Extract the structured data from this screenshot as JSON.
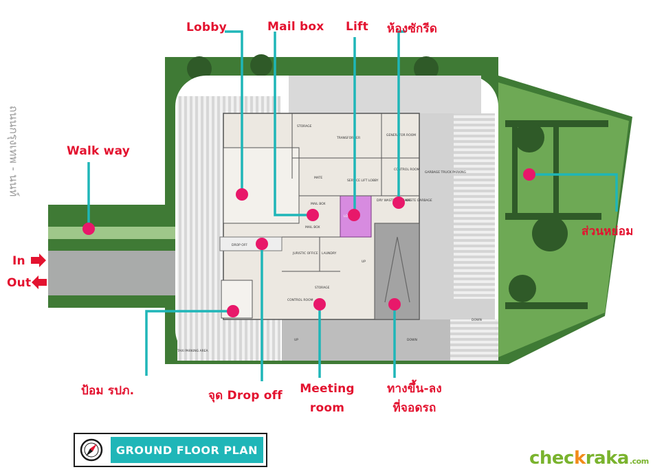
{
  "labels": {
    "lobby": "Lobby",
    "mailbox": "Mail box",
    "lift": "Lift",
    "garbage": "ห้องซักรีด",
    "walkway": "Walk way",
    "garden": "ส่วนหย่อม",
    "in": "In",
    "out": "Out",
    "guard": "ป้อม รปภ.",
    "dropoff": "จุด Drop off",
    "meeting_line1": "Meeting",
    "meeting_line2": "room",
    "ramp_line1": "ทางขึ้น-ลง",
    "ramp_line2": "ที่จอดรถ"
  },
  "side_road": "ถนนกรุงเทพ - นนท์",
  "title": "GROUND FLOOR PLAN",
  "brand": {
    "main": "chec",
    "k": "k",
    "rest": "raka",
    "suffix": ".com"
  },
  "rooms": {
    "storage": "STORAGE",
    "transformer": "TRANSFORMER",
    "generator": "GENERATOR ROOM",
    "mate": "MATE",
    "service_lift": "SERVICE LIFT LOBBY",
    "control_room_1": "CONTROL ROOM",
    "garbage_truck": "GARBAGE TRUCK PARKING",
    "dry_waste": "DRY WASTE GARBAGE",
    "wet_waste": "WET WASTE GARBAGE",
    "mail_box_room": "MAIL BOX",
    "mail_box_room_2": "MAIL BOX",
    "lobby_room": "LOBBY",
    "drop_off": "DROP OFF",
    "juristic": "JURISTIC OFFICE",
    "laundry": "LAUNDRY",
    "storage_2": "STORAGE",
    "control_room_2": "CONTROL ROOM",
    "taxi": "TAXI PARKING AREA",
    "up_1": "UP",
    "up_2": "UP",
    "down_1": "DOWN",
    "down_2": "DOWN"
  },
  "colors": {
    "marker": "#e8186a",
    "leader": "#1fb6b8",
    "label": "#e3122f",
    "grass": "#4d8a3e",
    "light_grass": "#7cb25d",
    "road": "#a9abaa",
    "building": "#ece8e1",
    "lift_core": "#d78be0",
    "title_band": "#1fb6b8"
  },
  "icons": {
    "compass": "compass-icon",
    "in_arrow": "arrow-right-icon",
    "out_arrow": "arrow-left-icon"
  }
}
